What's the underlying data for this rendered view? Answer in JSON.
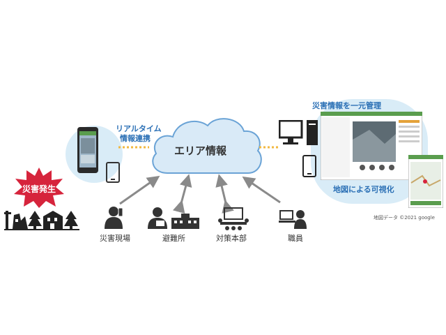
{
  "cloud": {
    "title": "エリア情報"
  },
  "realtime": {
    "line1": "リアルタイム",
    "line2": "情報連携"
  },
  "disaster": {
    "label": "災害発生"
  },
  "nodes": [
    {
      "id": "site",
      "label": "災害現場",
      "icon": "person-phone-icon"
    },
    {
      "id": "shelter",
      "label": "避難所",
      "icon": "person-building-icon"
    },
    {
      "id": "hq",
      "label": "対策本部",
      "icon": "meeting-table-icon"
    },
    {
      "id": "staff",
      "label": "職員",
      "icon": "person-computer-icon"
    }
  ],
  "management": {
    "title": "災害情報を一元管理",
    "map_caption": "地図による可視化"
  },
  "map_credit": "地図データ ©2021 google",
  "colors": {
    "cloud_fill": "#d9eaf7",
    "cloud_stroke": "#6aa3d6",
    "burst": "#d6243c",
    "dotted": "#f2b840",
    "arrow": "#8a8a8a",
    "panel_bg": "#d9ecf7",
    "title_blue": "#2a6fb5"
  }
}
